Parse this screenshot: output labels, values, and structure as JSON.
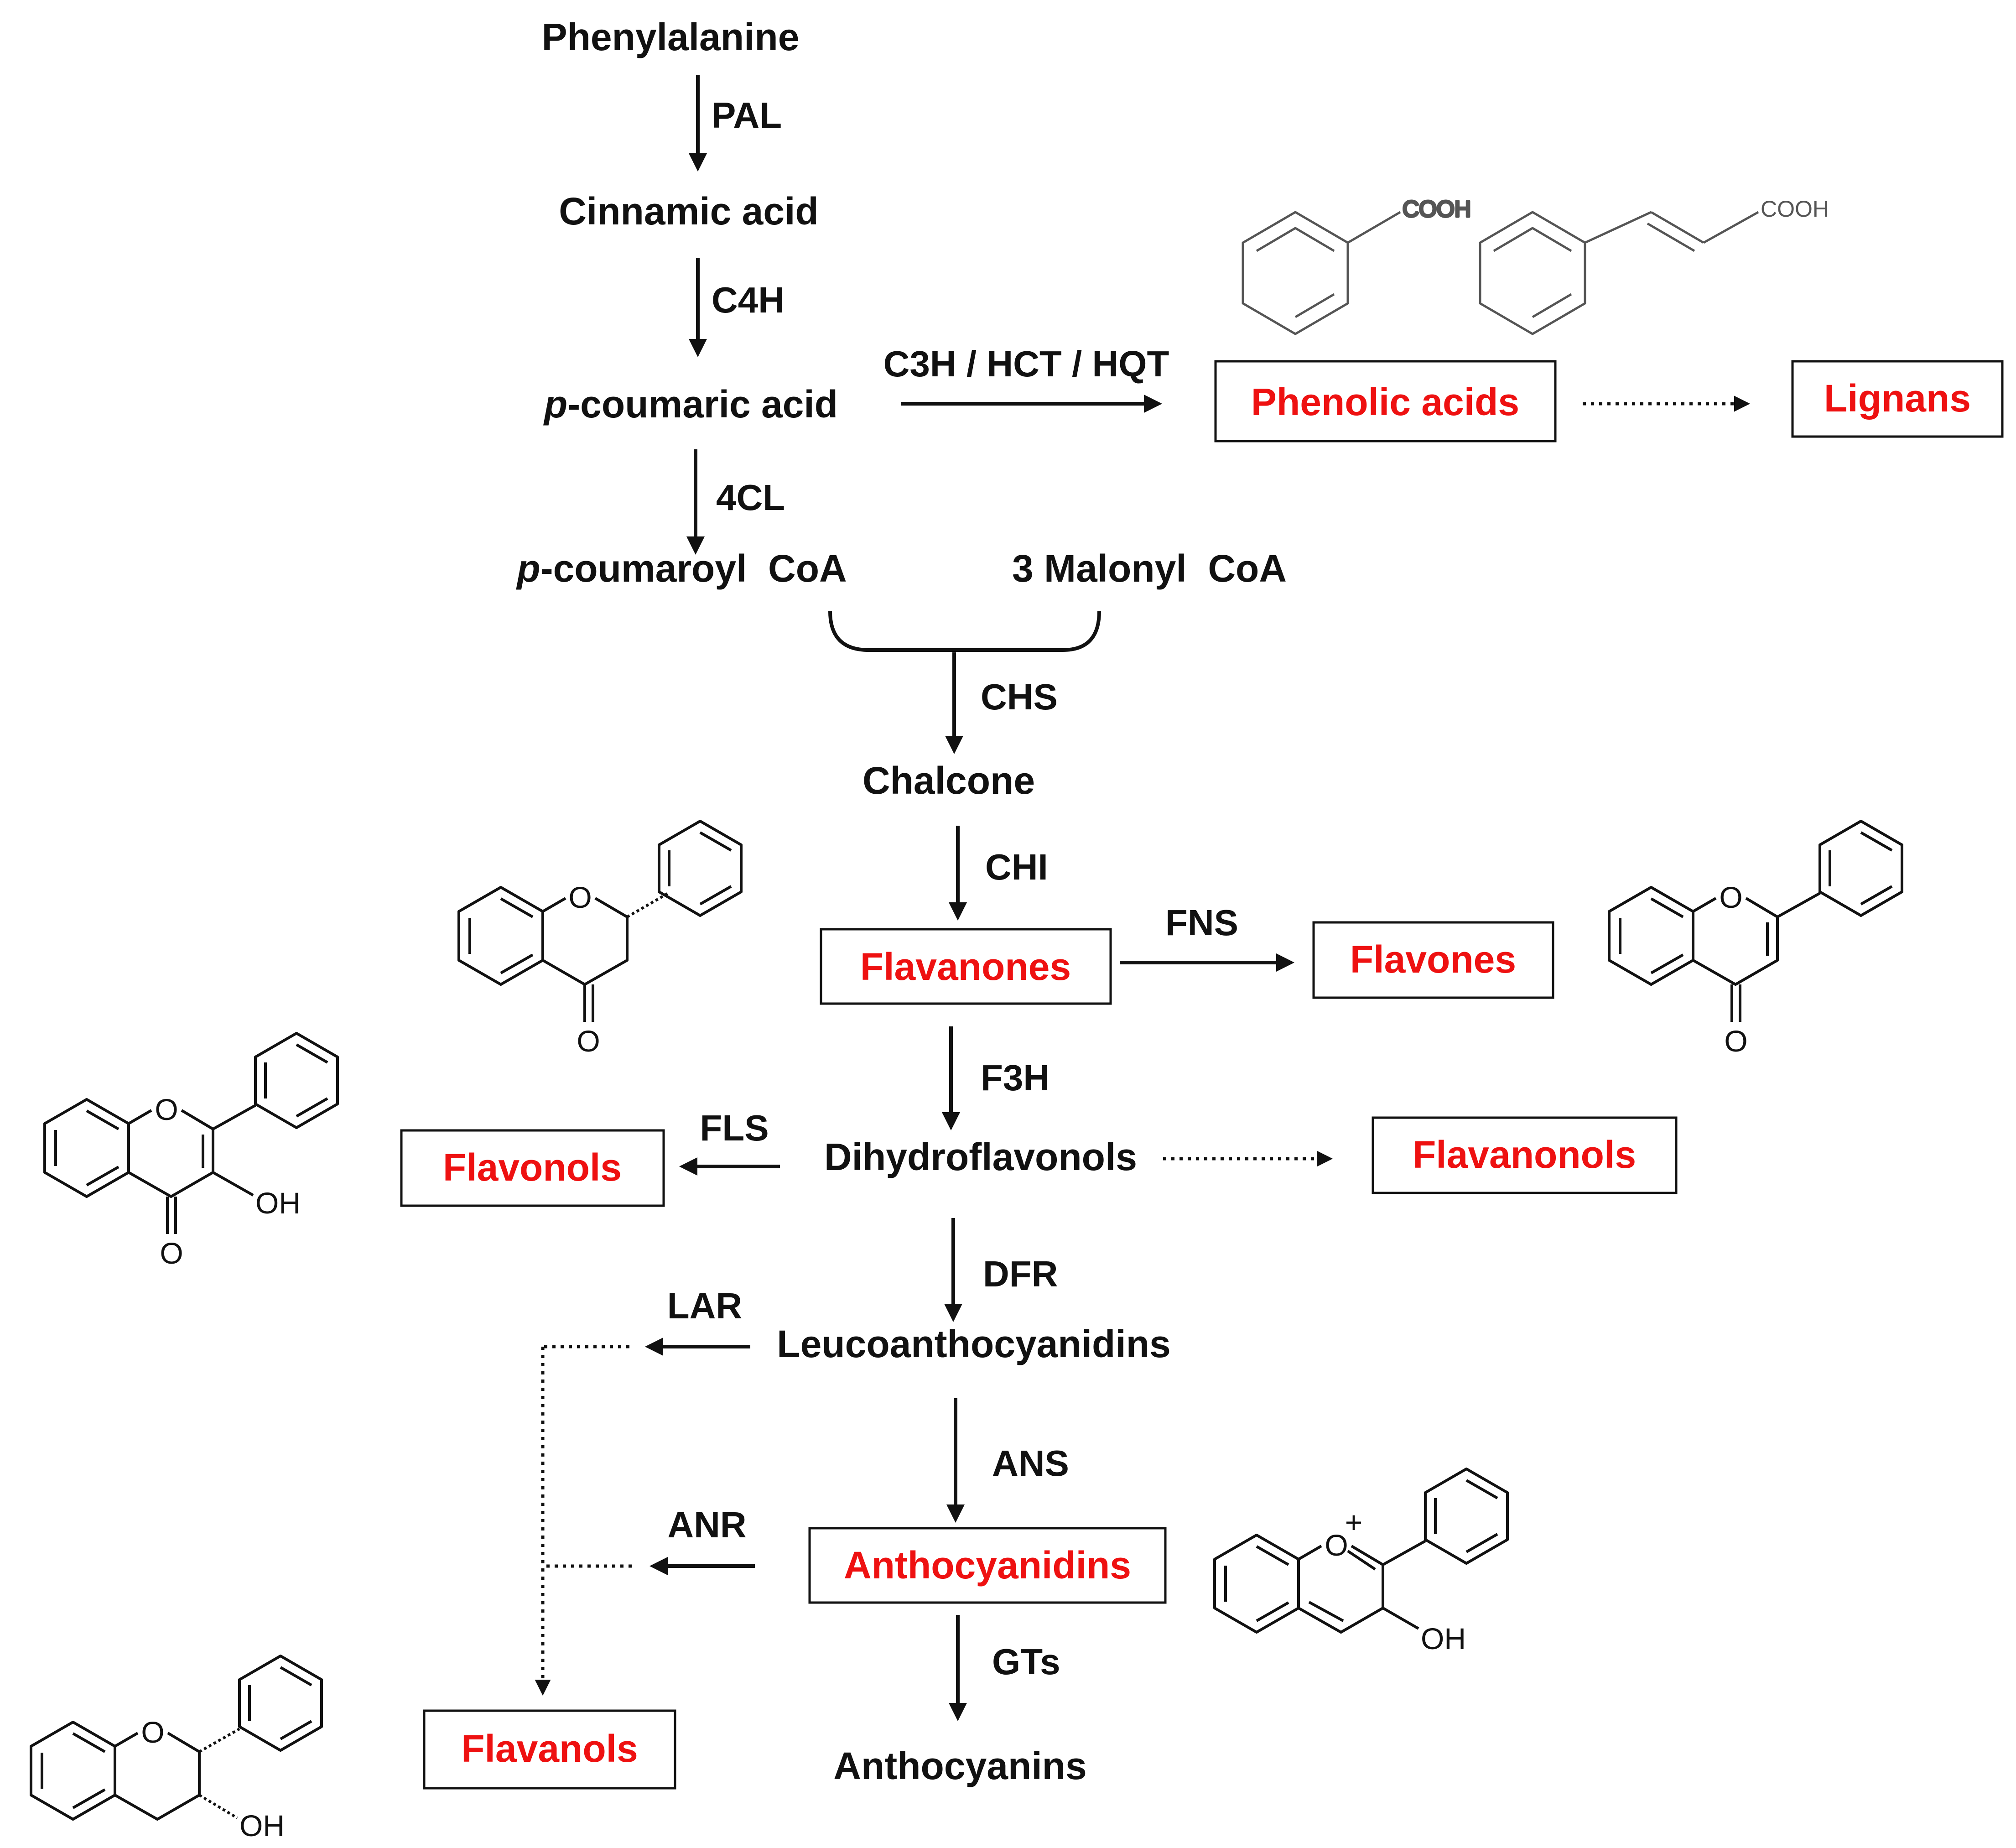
{
  "compounds": {
    "phenylalanine": "Phenylalanine",
    "cinnamic_acid": "Cinnamic acid",
    "p_coumaric_acid_prefix": "p",
    "p_coumaric_acid_suffix": "-coumaric acid",
    "p_coumaroyl_coa_prefix": "p",
    "p_coumaroyl_coa_suffix": "-coumaroyl  CoA",
    "malonyl_coa": "3 Malonyl  CoA",
    "chalcone": "Chalcone",
    "dihydroflavonols": "Dihydroflavonols",
    "leucoanthocyanidins": "Leucoanthocyanidins",
    "anthocyanins": "Anthocyanins"
  },
  "enzymes": {
    "pal": "PAL",
    "c4h": "C4H",
    "c3h_hct_hqt": "C3H / HCT / HQT",
    "fourcl": "4CL",
    "chs": "CHS",
    "chi": "CHI",
    "fns": "FNS",
    "f3h": "F3H",
    "fls": "FLS",
    "dfr": "DFR",
    "lar": "LAR",
    "ans": "ANS",
    "anr": "ANR",
    "gts": "GTs"
  },
  "classes": {
    "phenolic_acids": "Phenolic acids",
    "lignans": "Lignans",
    "flavanones": "Flavanones",
    "flavones": "Flavones",
    "flavonols": "Flavonols",
    "flavanonols": "Flavanonols",
    "anthocyanidins": "Anthocyanidins",
    "flavanols": "Flavanols"
  },
  "atoms": {
    "cooh": "COOH",
    "o": "O",
    "oh": "OH",
    "o_plus": "+"
  },
  "colors": {
    "class_label": "#ee1111",
    "text": "#111111"
  }
}
